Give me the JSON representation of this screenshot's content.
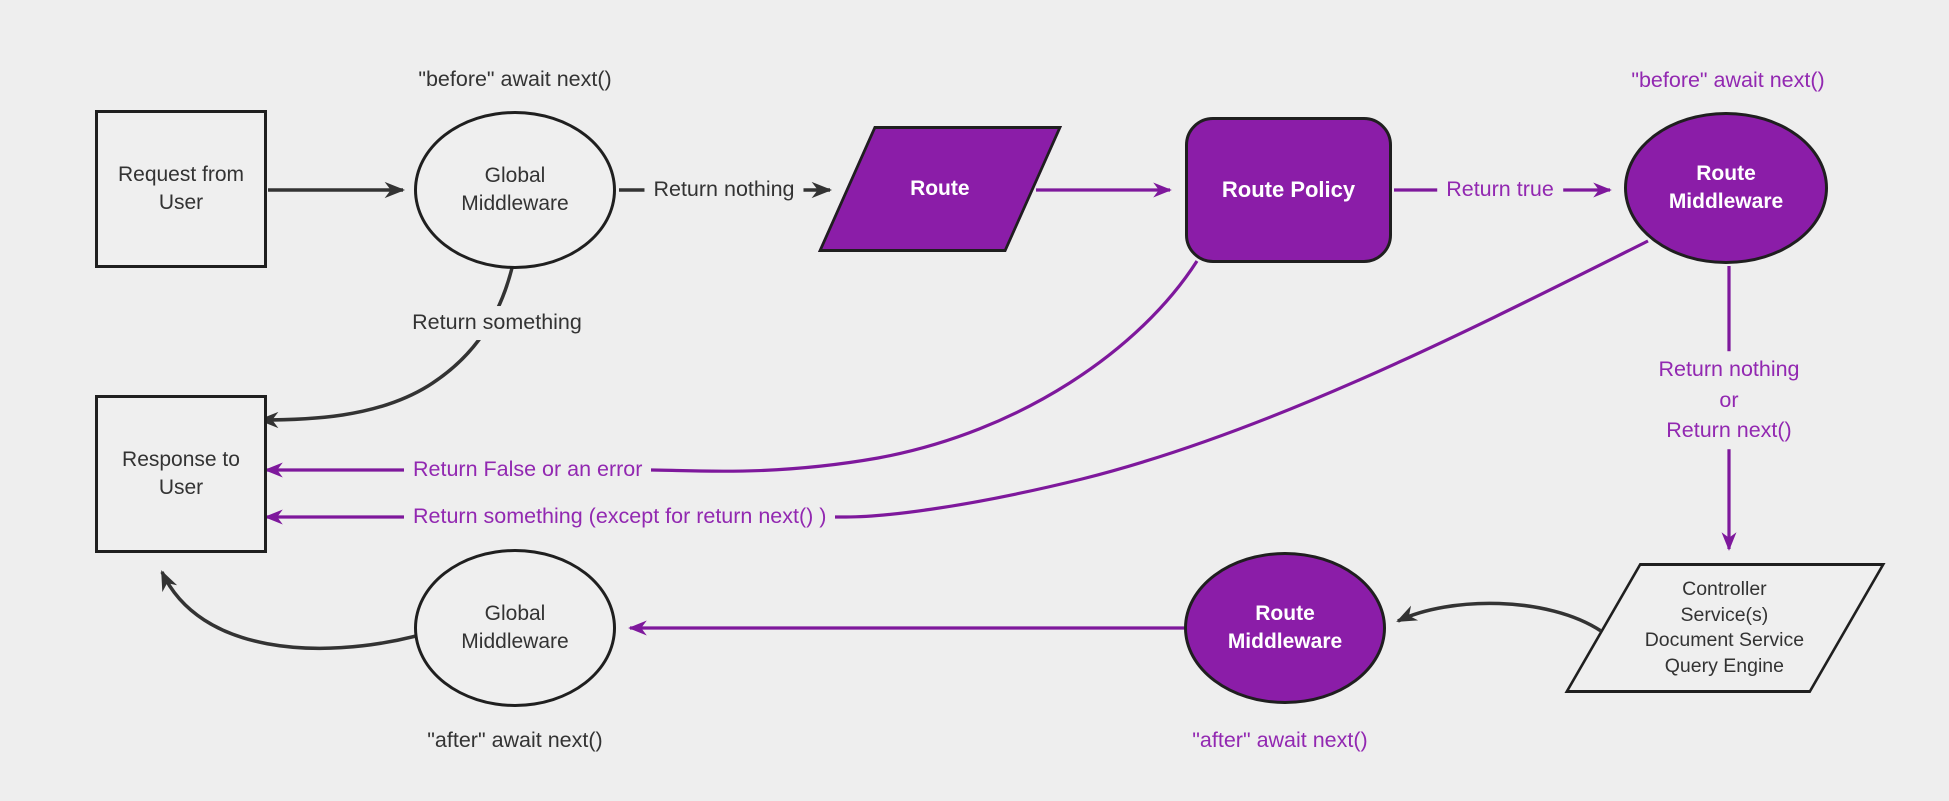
{
  "diagram_type": "flowchart",
  "colors": {
    "background": "#eeeeee",
    "node_border": "#1f1f1f",
    "purple_fill": "#8b1da8",
    "purple_line": "#7e189c",
    "purple_text": "#9228b1",
    "dark_line": "#333333",
    "dark_text": "#333333",
    "node_text_light": "#ffffff"
  },
  "nodes": {
    "request": {
      "label": "Request from\nUser",
      "shape": "rectangle"
    },
    "global_middleware_top": {
      "label": "Global\nMiddleware",
      "shape": "ellipse"
    },
    "route": {
      "label": "Route",
      "shape": "parallelogram"
    },
    "route_policy": {
      "label": "Route Policy",
      "shape": "rounded-rectangle"
    },
    "route_middleware_top": {
      "label": "Route\nMiddleware",
      "shape": "ellipse"
    },
    "response": {
      "label": "Response to\nUser",
      "shape": "rectangle"
    },
    "global_middleware_bottom": {
      "label": "Global\nMiddleware",
      "shape": "ellipse"
    },
    "route_middleware_bottom": {
      "label": "Route\nMiddleware",
      "shape": "ellipse"
    },
    "backend": {
      "label": "Controller\nService(s)\nDocument Service\nQuery Engine",
      "shape": "parallelogram"
    }
  },
  "edge_labels": {
    "before_global": "\"before\" await next()",
    "return_nothing": "Return nothing",
    "return_true": "Return true",
    "before_route": "\"before\" await next()",
    "return_something": "Return something",
    "return_nothing_or_next": "Return nothing\nor\nReturn next()",
    "return_false_or_error": "Return False or an error",
    "return_something_except": "Return something (except for return next() )",
    "after_global": "\"after\" await next()",
    "after_route": "\"after\" await next()"
  }
}
